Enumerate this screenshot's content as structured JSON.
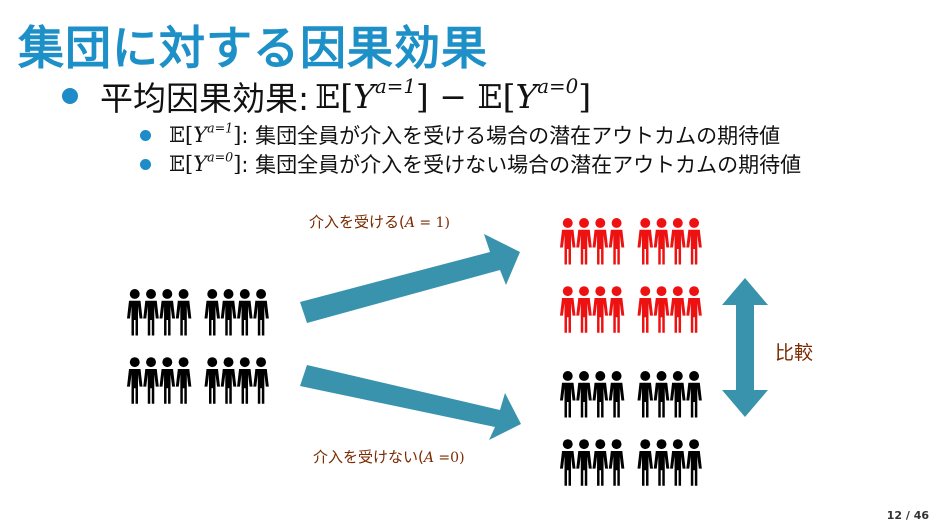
{
  "slide": {
    "title": "集団に対する因果効果",
    "bullet_main": {
      "label": "平均因果効果:",
      "math_a": "𝔼[",
      "math_b": "Y",
      "math_c": "a=1",
      "math_d": "] − 𝔼[",
      "math_e": "Y",
      "math_f": "a=0",
      "math_g": "]"
    },
    "sub_bullets": [
      {
        "math_a": "𝔼[",
        "math_b": "Y",
        "math_c": "a=1",
        "math_d": "]",
        "text": ": 集団全員が介入を受ける場合の潜在アウトカムの期待値"
      },
      {
        "math_a": "𝔼[",
        "math_b": "Y",
        "math_c": "a=0",
        "math_d": "]",
        "text": ": 集団全員が介入を受けない場合の潜在アウトカムの期待値"
      }
    ]
  },
  "diagram": {
    "top_caption": {
      "text": "介入を受ける(",
      "math_var": "A",
      "math_rest": " = 1)"
    },
    "bottom_caption": {
      "text": "介入を受けない(",
      "math_var": "A",
      "math_rest": " =0)"
    },
    "compare_label": "比較",
    "colors": {
      "arrow": "#3a93ad",
      "treated": "#ee1111",
      "untreated": "#000000",
      "caption_text": "#7a2a00",
      "title": "#1e90c8"
    },
    "icons": [
      "person-icon",
      "double-arrow-icon",
      "arrow-right-icon"
    ]
  },
  "page": {
    "number": "12 / 46"
  }
}
